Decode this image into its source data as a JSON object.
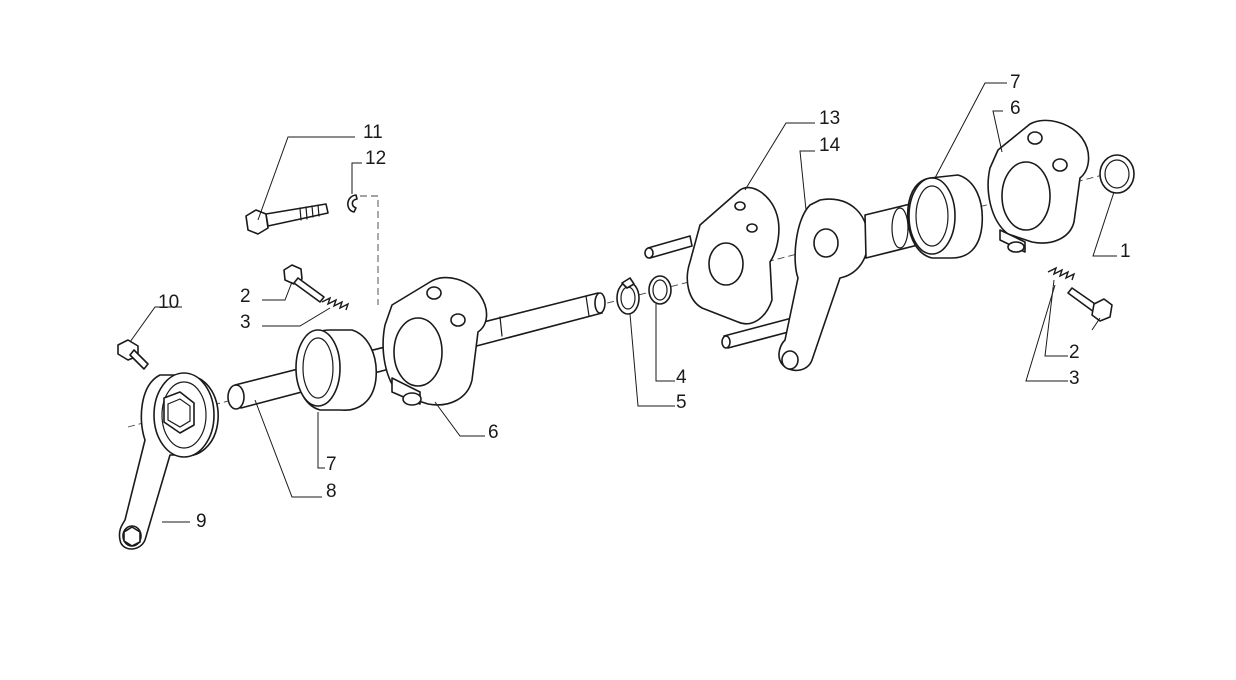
{
  "callouts": {
    "c1": "1",
    "c2a": "2",
    "c2b": "2",
    "c3a": "3",
    "c3b": "3",
    "c4": "4",
    "c5": "5",
    "c6a": "6",
    "c6b": "6",
    "c7a": "7",
    "c7b": "7",
    "c8": "8",
    "c9": "9",
    "c10": "10",
    "c11": "11",
    "c12": "12",
    "c13": "13",
    "c14": "14"
  }
}
